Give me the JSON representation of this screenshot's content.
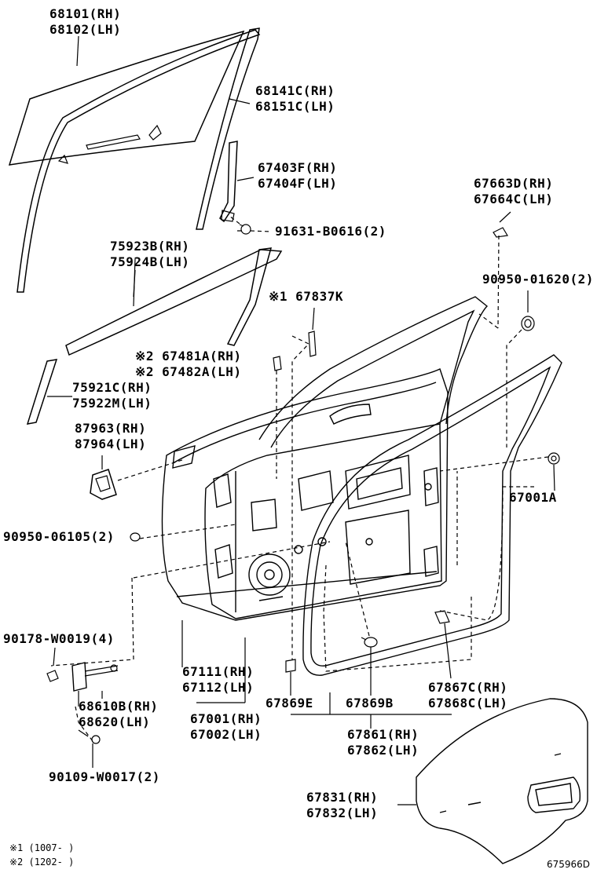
{
  "labels": {
    "glass": [
      "68101(RH)",
      "68102(LH)"
    ],
    "run_channel": [
      "68141C(RH)",
      "68151C(LH)"
    ],
    "rear_channel": [
      "67403F(RH)",
      "67404F(LH)"
    ],
    "screw_91631": "91631-B0616(2)",
    "frame_moulding": [
      "75923B(RH)",
      "75924B(LH)"
    ],
    "belt_moulding": [
      "75921C(RH)",
      "75922M(LH)"
    ],
    "mirror_cover": [
      "87963(RH)",
      "87964(LH)"
    ],
    "trim_clip": "90950-06105(2)",
    "bolt_90178": "90178-W0019(4)",
    "check": [
      "68610B(RH)",
      "68620(LH)"
    ],
    "bolt_90109": "90109-W0017(2)",
    "panel_sub": [
      "67111(RH)",
      "67112(LH)"
    ],
    "panel_assy": [
      "67001(RH)",
      "67002(LH)"
    ],
    "clip_67869e": "67869E",
    "clip_67869b": "67869B",
    "weatherstrip": [
      "67861(RH)",
      "67862(LH)"
    ],
    "retainer": [
      "67867C(RH)",
      "67868C(LH)"
    ],
    "service_hole_cover": [
      "67831(RH)",
      "67832(LH)"
    ],
    "bolt_67001a": "67001A",
    "hole_plug": "90950-01620(2)",
    "protector": [
      "67663D(RH)",
      "67664C(LH)"
    ],
    "seal_67837k": "※1 67837K",
    "seal_67481": [
      "※2 67481A(RH)",
      "※2 67482A(LH)"
    ]
  },
  "notes": [
    "※1 (1007-     )",
    "※2 (1202-     )"
  ],
  "figure_id": "675966D"
}
